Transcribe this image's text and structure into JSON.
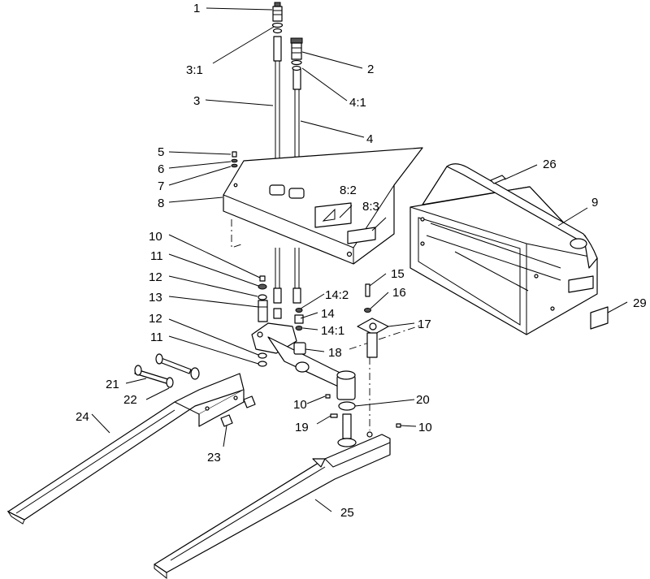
{
  "diagram": {
    "callouts": [
      {
        "id": "c1",
        "label": "1"
      },
      {
        "id": "c31",
        "label": "3:1"
      },
      {
        "id": "c2",
        "label": "2"
      },
      {
        "id": "c41",
        "label": "4:1"
      },
      {
        "id": "c3",
        "label": "3"
      },
      {
        "id": "c4",
        "label": "4"
      },
      {
        "id": "c5",
        "label": "5"
      },
      {
        "id": "c6",
        "label": "6"
      },
      {
        "id": "c7",
        "label": "7"
      },
      {
        "id": "c8",
        "label": "8"
      },
      {
        "id": "c82",
        "label": "8:2"
      },
      {
        "id": "c83",
        "label": "8:3"
      },
      {
        "id": "c26",
        "label": "26"
      },
      {
        "id": "c9",
        "label": "9"
      },
      {
        "id": "c10a",
        "label": "10"
      },
      {
        "id": "c11a",
        "label": "11"
      },
      {
        "id": "c12a",
        "label": "12"
      },
      {
        "id": "c13",
        "label": "13"
      },
      {
        "id": "c142",
        "label": "14:2"
      },
      {
        "id": "c14",
        "label": "14"
      },
      {
        "id": "c141",
        "label": "14:1"
      },
      {
        "id": "c15",
        "label": "15"
      },
      {
        "id": "c16",
        "label": "16"
      },
      {
        "id": "c17",
        "label": "17"
      },
      {
        "id": "c29",
        "label": "29"
      },
      {
        "id": "c12b",
        "label": "12"
      },
      {
        "id": "c18",
        "label": "18"
      },
      {
        "id": "c11b",
        "label": "11"
      },
      {
        "id": "c21",
        "label": "21"
      },
      {
        "id": "c22",
        "label": "22"
      },
      {
        "id": "c10b",
        "label": "10"
      },
      {
        "id": "c20",
        "label": "20"
      },
      {
        "id": "c24",
        "label": "24"
      },
      {
        "id": "c19",
        "label": "19"
      },
      {
        "id": "c10c",
        "label": "10"
      },
      {
        "id": "c23",
        "label": "23"
      },
      {
        "id": "c25",
        "label": "25"
      }
    ]
  }
}
